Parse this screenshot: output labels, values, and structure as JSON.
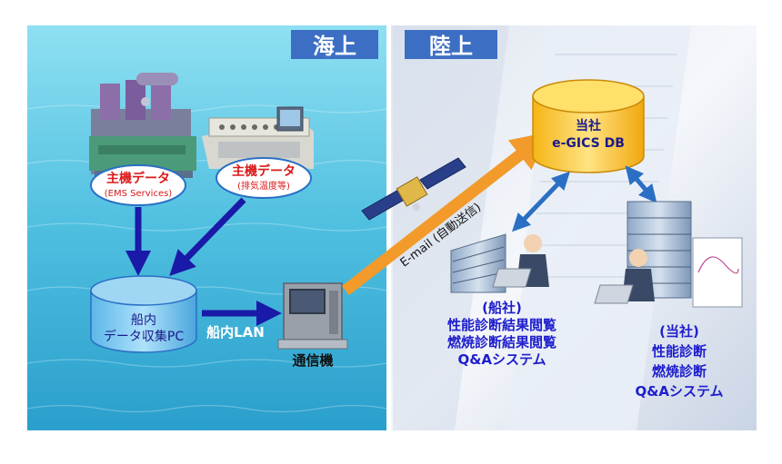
{
  "sea": {
    "title": "海上"
  },
  "land": {
    "title": "陸上"
  },
  "engine1": {
    "line1": "主機データ",
    "line2": "(EMS Services)"
  },
  "engine2": {
    "line1": "主機データ",
    "line2": "(排気温度等)"
  },
  "ship_pc": {
    "line1": "船内",
    "line2": "データ収集PC"
  },
  "lan": {
    "label": "船内LAN"
  },
  "comm": {
    "label": "通信機"
  },
  "email": {
    "label": "E-mail (自動送信)"
  },
  "company_db": {
    "line1": "当社",
    "line2": "e-GICS DB"
  },
  "shipowner": {
    "lines": [
      "(船社)",
      "性能診断結果閲覧",
      "燃焼診断結果閲覧",
      "Q&Aシステム"
    ]
  },
  "company": {
    "lines": [
      "(当社)",
      "性能診断",
      "燃焼診断",
      "Q&Aシステム"
    ]
  },
  "colors": {
    "sea_light": "#86dcef",
    "sea_dark": "#2aa3cf",
    "land_light": "#f3f6fb",
    "land_dark": "#c7d2e3",
    "tag_blue": "#3c6fc4",
    "arrow_navy": "#1a1aa8",
    "arrow_blue": "#2a6fc4",
    "arrow_orange": "#f29a2a",
    "text_blue": "#1e1ecc",
    "red": "#d91a1a",
    "db_yellow": "#ffd24a"
  }
}
